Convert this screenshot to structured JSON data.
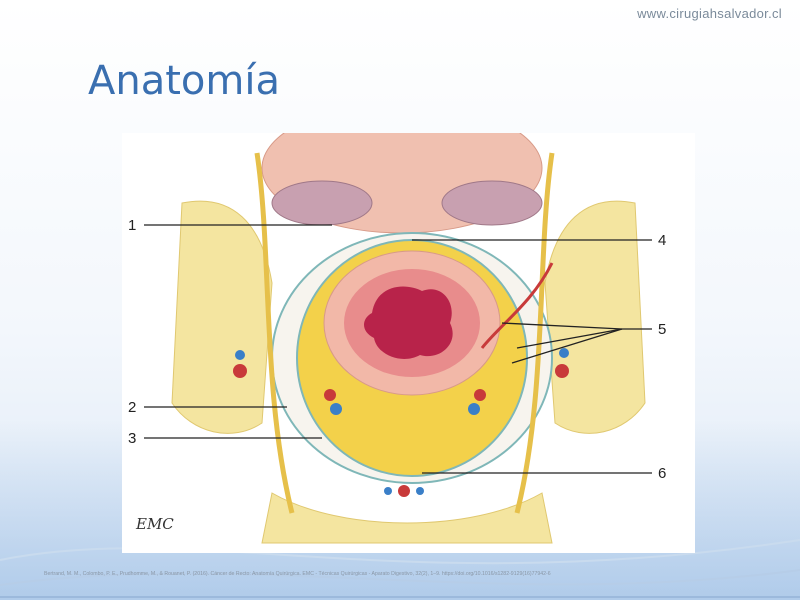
{
  "header": {
    "site_url": "www.cirugiahsalvador.cl",
    "title": "Anatomía"
  },
  "figure": {
    "logo_text": "EMC",
    "labels": [
      "1",
      "2",
      "3",
      "4",
      "5",
      "6"
    ]
  },
  "footer": {
    "citation": "Bertrand, M. M., Colombo, P. E., Prudhomme, M., & Rouanet, P. (2016). Cáncer de Recto: Anatomía Quirúrgica. EMC - Técnicas Quirúrgicas - Aparato Digestivo, 32(2), 1–9. https://doi.org/10.1016/s1282-9129(16)77942-6"
  },
  "colors": {
    "title": "#3a6fb0",
    "fat": "#f3d14a",
    "mucosa": "#b8234a",
    "bone": "#f4e5a0",
    "fascia": "#7fb7b8"
  }
}
